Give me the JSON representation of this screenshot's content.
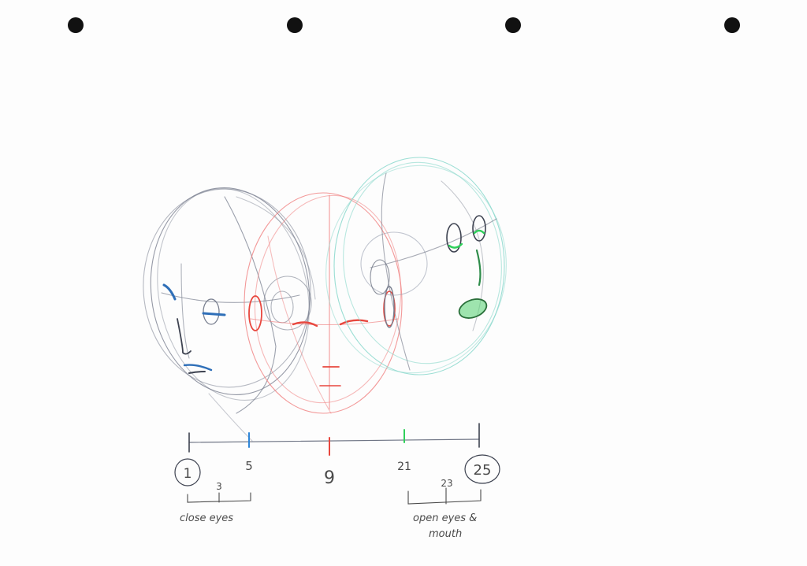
{
  "colors": {
    "paper": "#fdfdfd",
    "graphite": "#6f7585",
    "pencil_dark": "#3d4250",
    "blue": "#2f86d8",
    "red": "#e8473e",
    "green": "#2fcf5a",
    "teal": "#7fd6c8"
  },
  "timeline": {
    "keyframes": [
      {
        "frame": "1",
        "circled": true,
        "color": "#3d4250"
      },
      {
        "frame": "5",
        "circled": false,
        "color": "#2f86d8"
      },
      {
        "frame": "9",
        "circled": false,
        "color": "#e8473e"
      },
      {
        "frame": "21",
        "circled": false,
        "color": "#2fcf5a"
      },
      {
        "frame": "25",
        "circled": true,
        "color": "#3d4250"
      }
    ],
    "inbetweens": {
      "left": "3",
      "right": "23"
    },
    "notes": {
      "left": "close eyes",
      "right_line1": "open eyes &",
      "right_line2": "mouth"
    }
  }
}
